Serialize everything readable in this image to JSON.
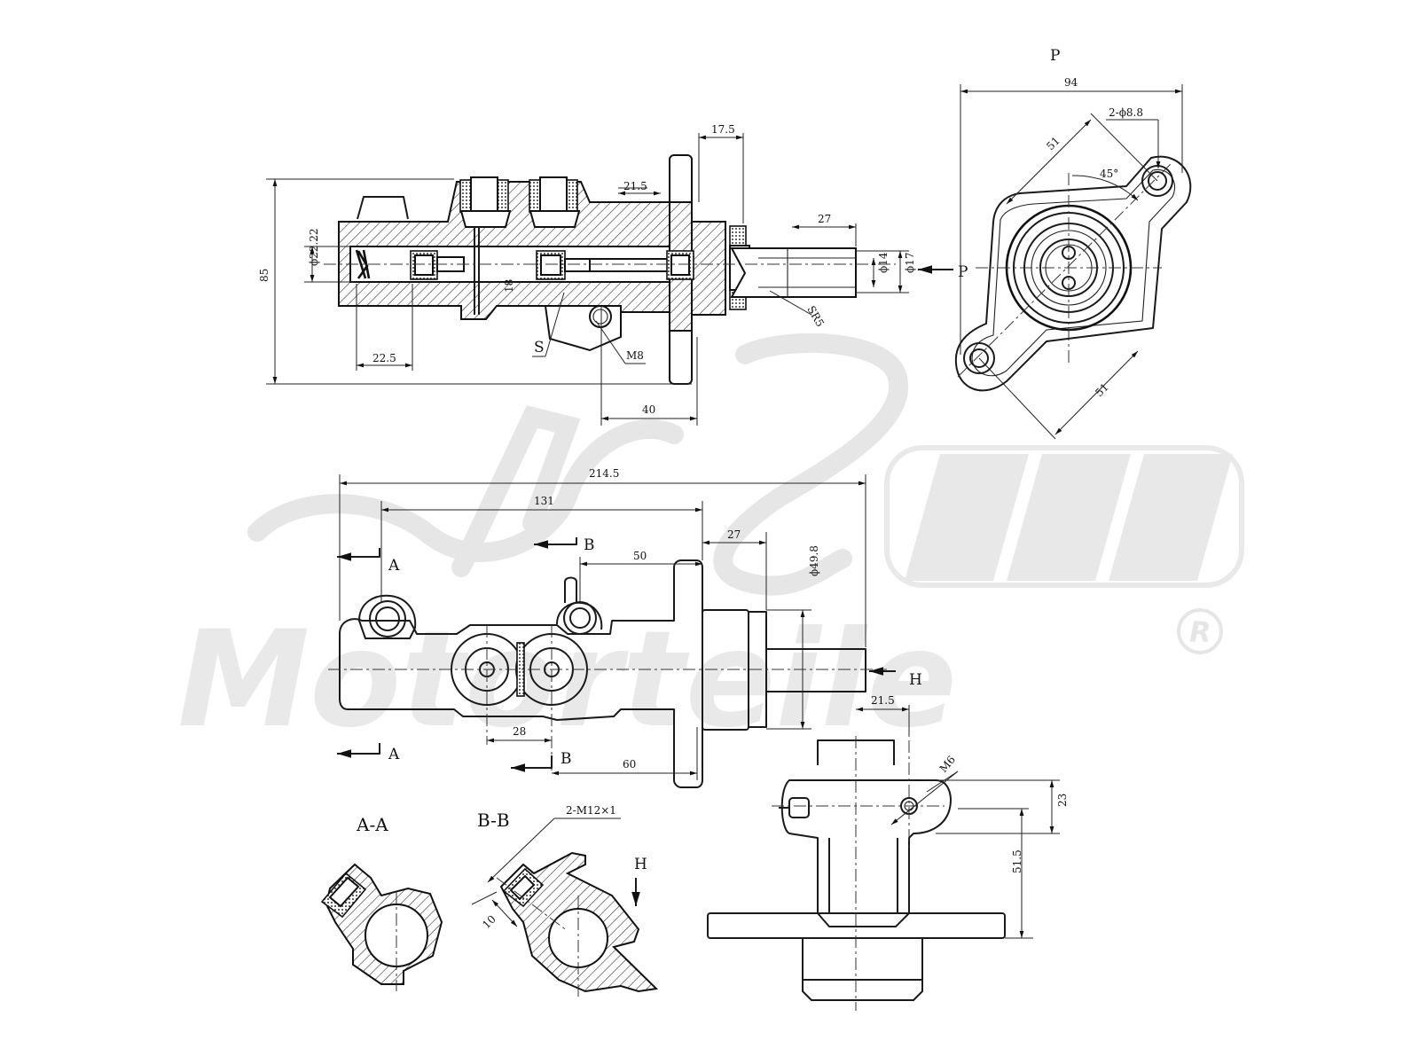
{
  "watermark": {
    "brand": "Motorteile",
    "registered_mark": "R"
  },
  "side_section": {
    "dims": {
      "overall_height": "85",
      "bore_diameter": "ϕ22.22",
      "spring_length": "22.5",
      "port_depth": "18",
      "flange_offset": "17.5",
      "chamber_length": "21.5",
      "pushrod_length": "27",
      "pushrod_inner_d": "ϕ14",
      "pushrod_outer_d": "ϕ17",
      "spherical_radius": "SR5",
      "flange_to_port": "40"
    },
    "labels": {
      "s_mark": "S",
      "thread_m8": "M8",
      "p_arrow": "P"
    }
  },
  "flange_view": {
    "title": "P",
    "dims": {
      "width": "94",
      "holes": "2-ϕ8.8",
      "hole_distance_top": "51",
      "hole_distance_bottom": "51",
      "angle": "45°"
    }
  },
  "top_view": {
    "dims": {
      "overall_length": "214.5",
      "port_to_flange": "131",
      "boss_length": "27",
      "port_to_port": "50",
      "boss_diameter": "ϕ49.8",
      "outlet_spacing": "28",
      "outlet_to_flange": "60"
    },
    "labels": {
      "section_a_top": "A",
      "section_a_bottom": "A",
      "section_b_top": "B",
      "section_b_bottom": "B",
      "view_h": "H"
    }
  },
  "section_aa": {
    "title": "A-A"
  },
  "section_bb": {
    "title": "B-B",
    "thread": "2-M12×1",
    "depth": "10",
    "view_h": "H"
  },
  "end_view": {
    "dims": {
      "offset": "21.5",
      "thread": "M6",
      "height_23": "23",
      "height_515": "51.5"
    }
  }
}
